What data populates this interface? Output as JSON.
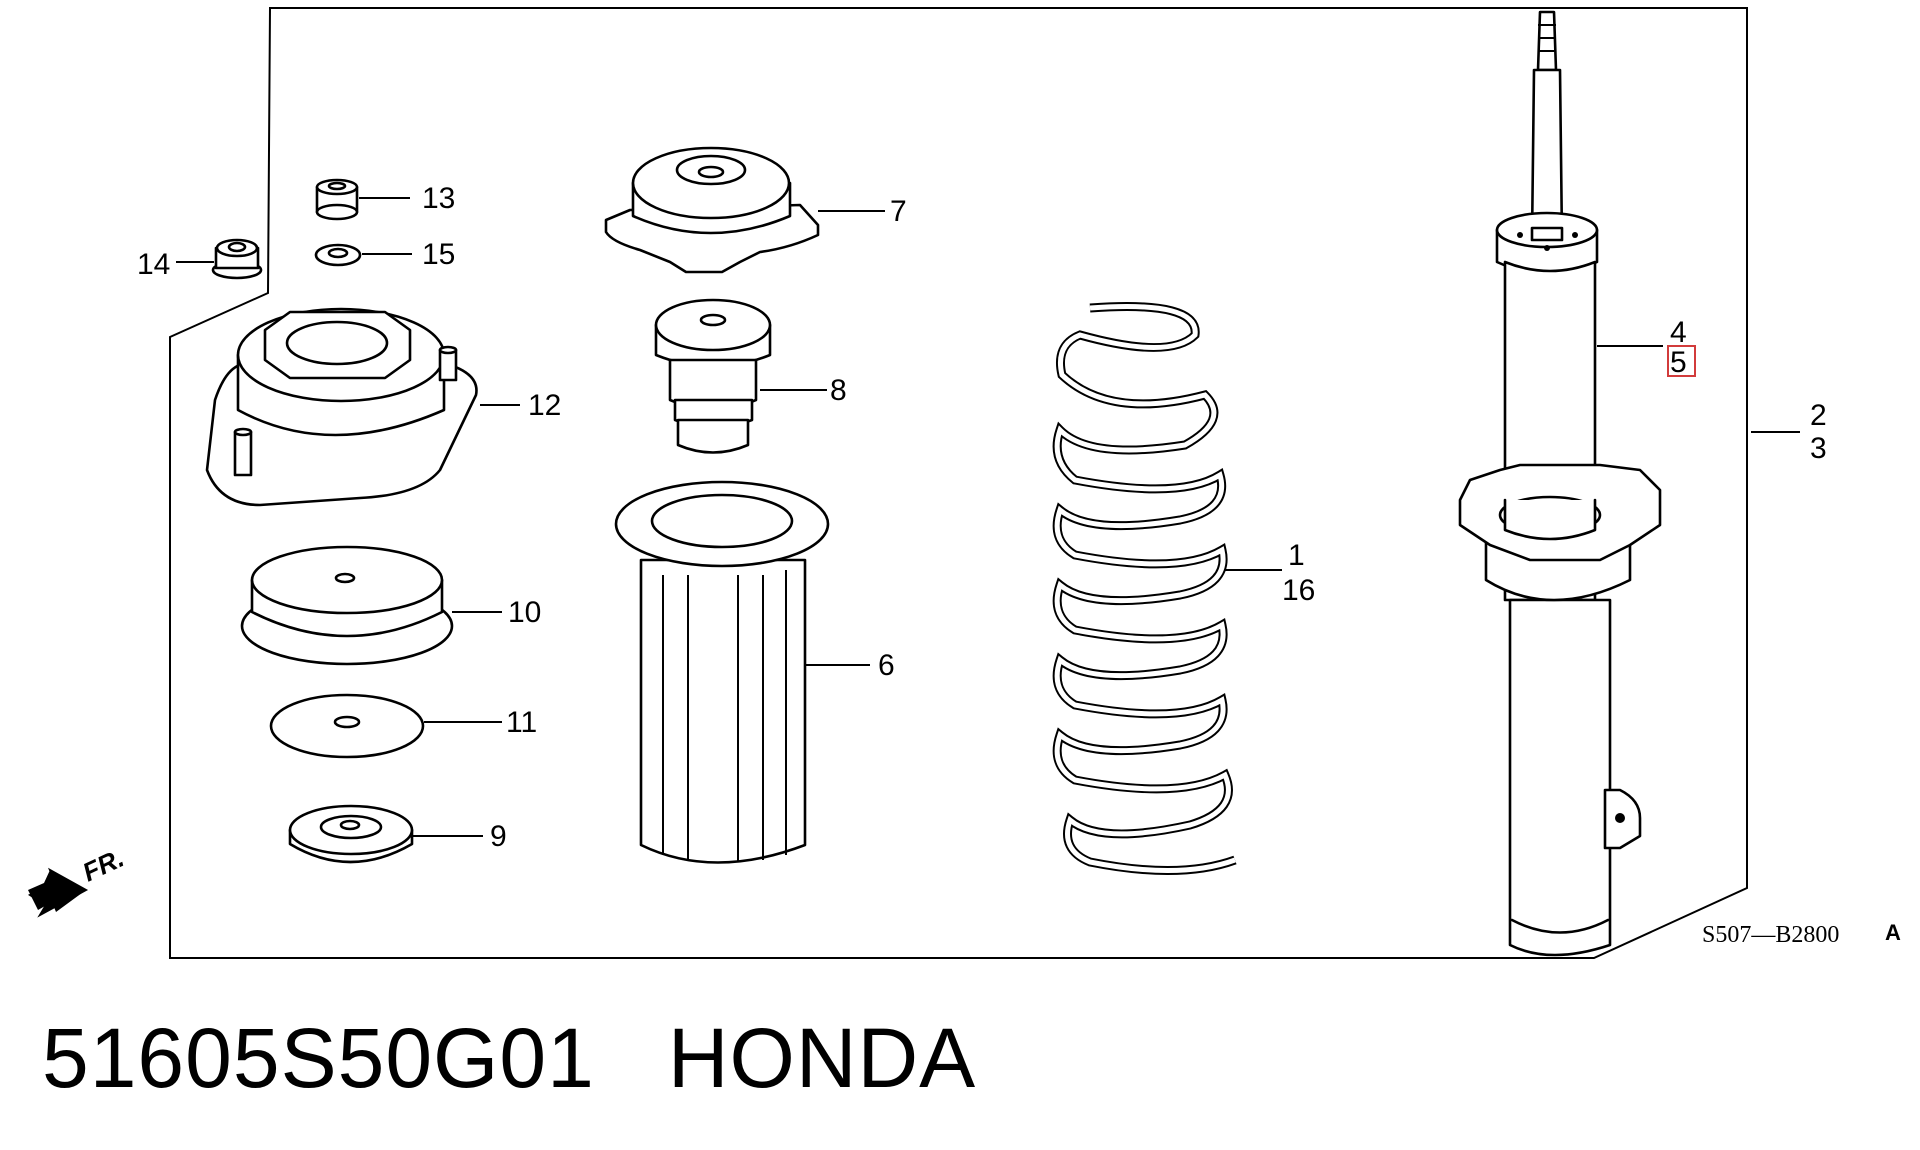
{
  "diagram": {
    "callouts": {
      "c1": "1",
      "c16": "16",
      "c2": "2",
      "c3": "3",
      "c4": "4",
      "c5": "5",
      "c6": "6",
      "c7": "7",
      "c8": "8",
      "c9": "9",
      "c10": "10",
      "c11": "11",
      "c12": "12",
      "c13": "13",
      "c14": "14",
      "c15": "15"
    },
    "diagram_code": "S507—B2800",
    "diagram_code_suffix": "A",
    "front_arrow_label": "FR.",
    "highlight_color": "#d23b3b"
  },
  "caption": {
    "part_number": "51605S50G01",
    "brand": "HONDA"
  }
}
